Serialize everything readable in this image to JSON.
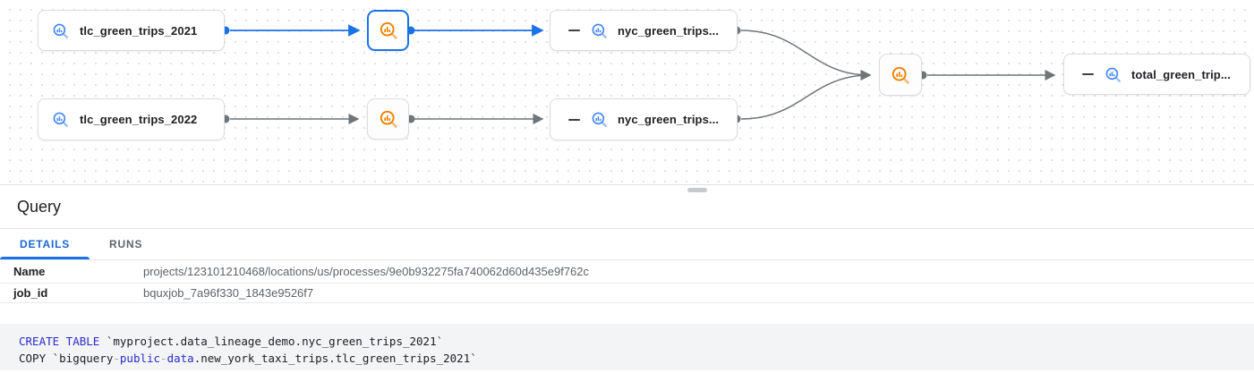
{
  "graph": {
    "nodes": {
      "tlc_green_trips_2021": {
        "label": "tlc_green_trips_2021",
        "type": "table"
      },
      "tlc_green_trips_2022": {
        "label": "tlc_green_trips_2022",
        "type": "table"
      },
      "nyc_green_trips_2021": {
        "label": "nyc_green_trips...",
        "type": "table",
        "collapsible": true
      },
      "nyc_green_trips_2022": {
        "label": "nyc_green_trips...",
        "type": "table",
        "collapsible": true
      },
      "total_green_trips": {
        "label": "total_green_trip...",
        "type": "table",
        "collapsible": true
      },
      "process_2021": {
        "type": "process",
        "selected": true
      },
      "process_2022": {
        "type": "process",
        "selected": false
      },
      "process_total": {
        "type": "process",
        "selected": false
      }
    },
    "icons": {
      "table_icon": "bigquery-table-magnifier",
      "process_icon": "bigquery-process-magnifier",
      "collapse_icon": "minus"
    },
    "colors": {
      "selected_edge": "#1a73e8",
      "edge": "#70757a",
      "table_icon": "#4285f4",
      "process_icon": "#ee8100",
      "selected_border": "#1a73e8",
      "node_border": "#d9dce0"
    }
  },
  "panel": {
    "title": "Query",
    "tabs": [
      {
        "label": "DETAILS",
        "active": true
      },
      {
        "label": "RUNS",
        "active": false
      }
    ],
    "details_rows": [
      {
        "key": "Name",
        "value": "projects/123101210468/locations/us/processes/9e0b932275fa740062d60d435e9f762c"
      },
      {
        "key": "job_id",
        "value": "bquxjob_7a96f330_1843e9526f7"
      }
    ],
    "code": {
      "line1": {
        "kw": "CREATE TABLE",
        "rest": " `myproject.data_lineage_demo.nyc_green_trips_2021`"
      },
      "line2": {
        "p1": "COPY `bigquery",
        "d1": "-",
        "k1": "public",
        "d2": "-",
        "k2": "data",
        "rest": ".new_york_taxi_trips.tlc_green_trips_2021`"
      }
    },
    "code_colors": {
      "keyword": "#2c2cc8",
      "operator": "#98a0b0",
      "text": "#202124",
      "background": "#f3f4f6"
    }
  }
}
